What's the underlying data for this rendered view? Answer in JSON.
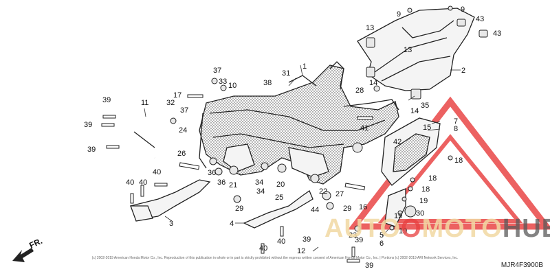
{
  "diagram": {
    "code": "MJR4F3900B",
    "direction_label": "FR.",
    "copyright_text": "(c) 2002-2019 American Honda Motor Co., Inc. Reproduction of this publication in whole or in part is strictly prohibited without the express written consent of American Honda Motor Co., Inc. | Portions (c) 2002-2019 ARI Network Services, Inc.",
    "watermark": {
      "part1": "AUTO",
      "part2": "O",
      "part3": "MOTO",
      "part4": "HUB",
      "colors": {
        "light": "#f2d9a3",
        "red": "#e93f3f",
        "dark": "#5a5a5a"
      }
    }
  },
  "callouts": [
    {
      "n": "1"
    },
    {
      "n": "2"
    },
    {
      "n": "3"
    },
    {
      "n": "4"
    },
    {
      "n": "5"
    },
    {
      "n": "6"
    },
    {
      "n": "7"
    },
    {
      "n": "8"
    },
    {
      "n": "9"
    },
    {
      "n": "9"
    },
    {
      "n": "10"
    },
    {
      "n": "11"
    },
    {
      "n": "12"
    },
    {
      "n": "13"
    },
    {
      "n": "13"
    },
    {
      "n": "14"
    },
    {
      "n": "14"
    },
    {
      "n": "15"
    },
    {
      "n": "16"
    },
    {
      "n": "17"
    },
    {
      "n": "18"
    },
    {
      "n": "18"
    },
    {
      "n": "18"
    },
    {
      "n": "19"
    },
    {
      "n": "19"
    },
    {
      "n": "19"
    },
    {
      "n": "20"
    },
    {
      "n": "21"
    },
    {
      "n": "22"
    },
    {
      "n": "23"
    },
    {
      "n": "24"
    },
    {
      "n": "25"
    },
    {
      "n": "26"
    },
    {
      "n": "27"
    },
    {
      "n": "28"
    },
    {
      "n": "29"
    },
    {
      "n": "29"
    },
    {
      "n": "30"
    },
    {
      "n": "31"
    },
    {
      "n": "32"
    },
    {
      "n": "33"
    },
    {
      "n": "34"
    },
    {
      "n": "34"
    },
    {
      "n": "35"
    },
    {
      "n": "36"
    },
    {
      "n": "36"
    },
    {
      "n": "37"
    },
    {
      "n": "37"
    },
    {
      "n": "38"
    },
    {
      "n": "39"
    },
    {
      "n": "39"
    },
    {
      "n": "39"
    },
    {
      "n": "39"
    },
    {
      "n": "39"
    },
    {
      "n": "39"
    },
    {
      "n": "40"
    },
    {
      "n": "40"
    },
    {
      "n": "40"
    },
    {
      "n": "40"
    },
    {
      "n": "40"
    },
    {
      "n": "41"
    },
    {
      "n": "42"
    },
    {
      "n": "43"
    },
    {
      "n": "43"
    },
    {
      "n": "44"
    }
  ]
}
